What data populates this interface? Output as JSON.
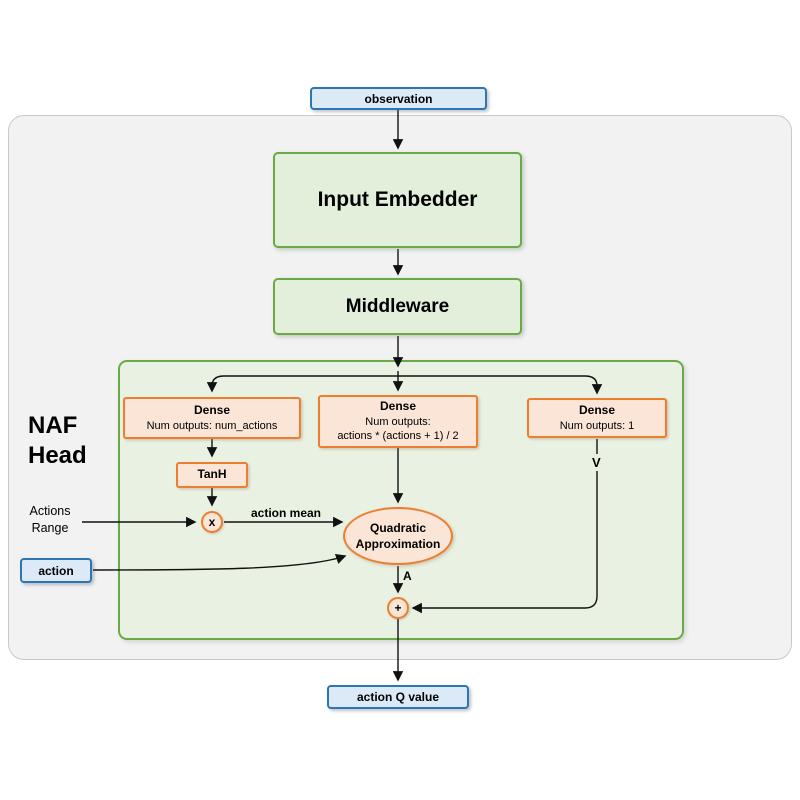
{
  "colors": {
    "blue_border": "#2e75b6",
    "blue_fill": "#dce9f7",
    "green_border": "#6aaa46",
    "green_fill": "#e2efda",
    "naf_panel_fill": "#e9f2e2",
    "orange_border": "#ed7d31",
    "orange_fill": "#fbe5d6",
    "outer_panel_fill": "#f2f2f2",
    "line_color": "#000000"
  },
  "nodes": {
    "observation": "observation",
    "input_embedder": "Input Embedder",
    "middleware": "Middleware",
    "naf_head": {
      "line1": "NAF",
      "line2": "Head"
    },
    "dense_actions": {
      "title": "Dense",
      "line1": "Num outputs: num_actions"
    },
    "dense_quadratic": {
      "title": "Dense",
      "line1": "Num outputs:",
      "line2": "actions * (actions + 1) / 2"
    },
    "dense_value": {
      "title": "Dense",
      "line1": "Num outputs: 1"
    },
    "tanh": "TanH",
    "multiply_symbol": "x",
    "add_symbol": "+",
    "quadratic": {
      "line1": "Quadratic",
      "line2": "Approximation"
    },
    "actions_range": {
      "line1": "Actions",
      "line2": "Range"
    },
    "action_input": "action",
    "action_q_value": "action Q value"
  },
  "edge_labels": {
    "action_mean": "action mean",
    "v": "V",
    "a": "A"
  }
}
